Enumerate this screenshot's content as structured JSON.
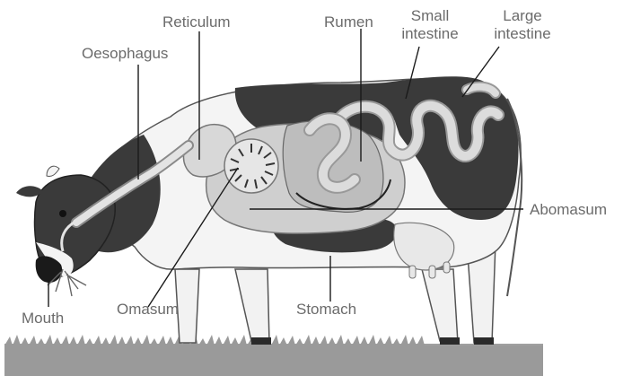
{
  "labels": {
    "reticulum": "Reticulum",
    "rumen": "Rumen",
    "small_intestine_line1": "Small",
    "small_intestine_line2": "intestine",
    "large_intestine_line1": "Large",
    "large_intestine_line2": "intestine",
    "oesophagus": "Oesophagus",
    "abomasum": "Abomasum",
    "mouth": "Mouth",
    "omasum": "Omasum",
    "stomach": "Stomach"
  },
  "colors": {
    "label_text": "#6b6b6b",
    "leader_line": "#1a1a1a",
    "cow_black": "#3a3a3a",
    "cow_white": "#f4f4f4",
    "organ_gray": "#cfcfcf",
    "grass": "#9a9a9a"
  }
}
